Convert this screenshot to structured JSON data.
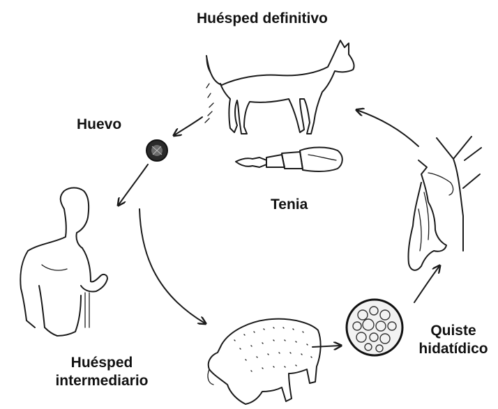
{
  "labels": {
    "definitive_host": "Huésped definitivo",
    "egg": "Huevo",
    "tapeworm": "Tenia",
    "intermediate_host_line1": "Huésped",
    "intermediate_host_line2": "intermediario",
    "cyst_line1": "Quiste",
    "cyst_line2": "hidatídico"
  },
  "icons": [
    "dog-icon",
    "egg-icon",
    "tapeworm-icon",
    "human-icon",
    "sheep-icon",
    "hydatid-cyst-icon",
    "hanging-carcass-icon"
  ]
}
